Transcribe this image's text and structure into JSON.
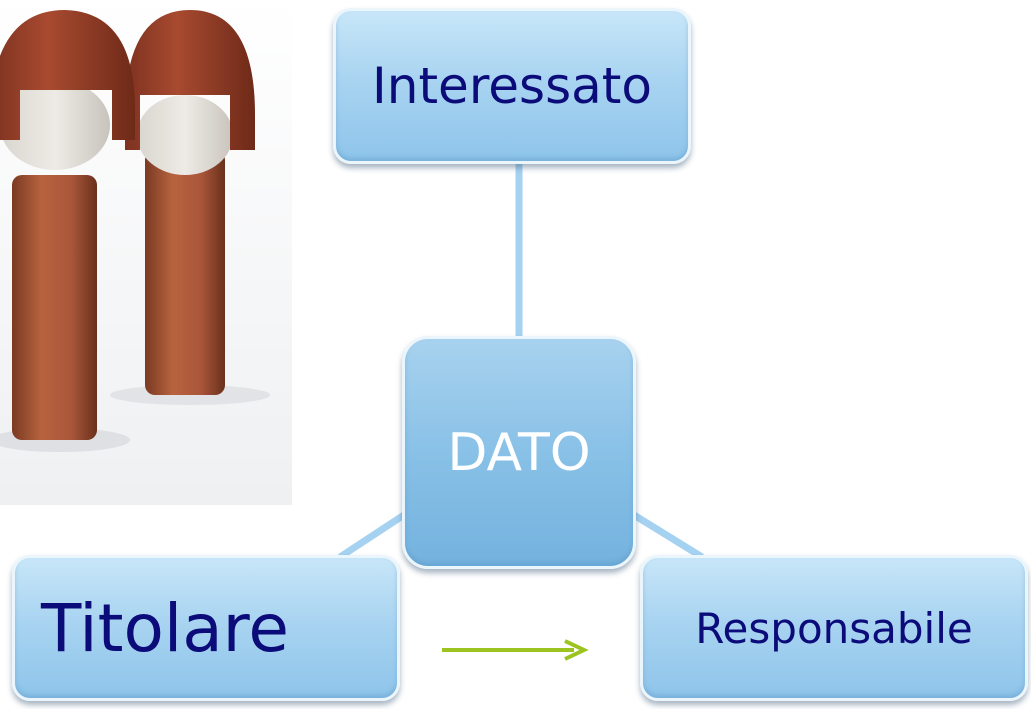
{
  "diagram": {
    "nodes": {
      "interessato": "Interessato",
      "dato": "DATO",
      "titolare": "Titolare",
      "responsabile": "Responsabile"
    },
    "colors": {
      "node_fill": "#a9d4f1",
      "node_text": "#0b0b7a",
      "center_text": "#ffffff",
      "connector": "#a6d2f2",
      "arrow": "#9cc31f"
    },
    "illustration": "two-wooden-kokeshi-dolls"
  }
}
